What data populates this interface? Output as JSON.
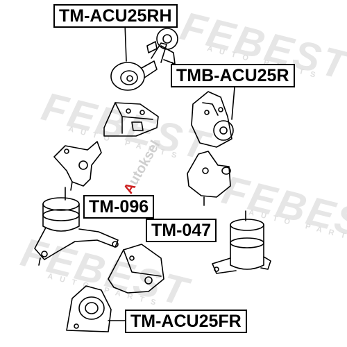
{
  "labels": {
    "rh": "TM-ACU25RH",
    "tmb": "TMB-ACU25R",
    "m096": "TM-096",
    "m047": "TM-047",
    "fr": "TM-ACU25FR"
  },
  "watermark": {
    "brand": "FEBEST",
    "tagline": "AUTO PARTS"
  },
  "stamp": {
    "prefix": "A",
    "rest": "utoksel"
  },
  "colors": {
    "ink": "#000000",
    "watermark": "#e6e6e6",
    "stamp_red": "#cc1f1f"
  }
}
